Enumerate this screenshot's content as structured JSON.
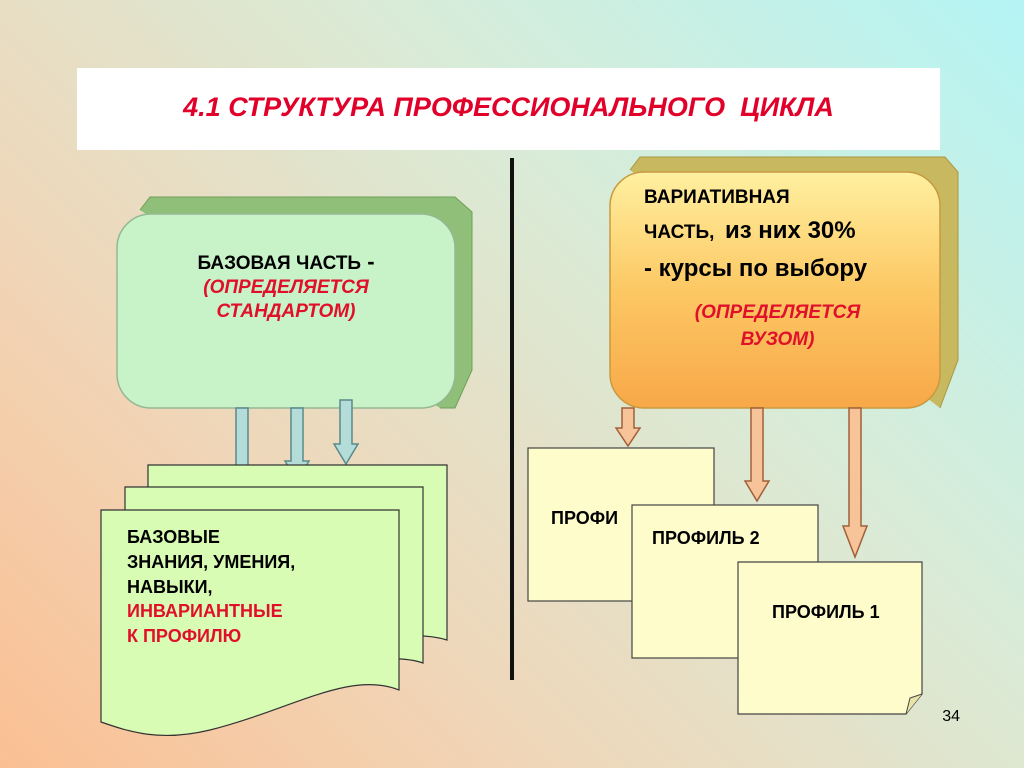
{
  "title": "4.1 СТРУКТУРА ПРОФЕССИОНАЛЬНОГО  ЦИКЛА",
  "base_part": {
    "line1": "БАЗОВАЯ ЧАСТЬ",
    "dash": " -",
    "line2": "(ОПРЕДЕЛЯЕТСЯ",
    "line3": "СТАНДАРТОМ)"
  },
  "variative_part": {
    "line1": "ВАРИАТИВНАЯ",
    "line2a": "ЧАСТЬ,",
    "line2b": "из них 30%",
    "line3": "- курсы по выбору",
    "line4": "(ОПРЕДЕЛЯЕТСЯ",
    "line5": "ВУЗОМ)"
  },
  "base_docs": {
    "line1": "БАЗОВЫЕ",
    "line2": "ЗНАНИЯ, УМЕНИЯ,",
    "line3": "НАВЫКИ,",
    "line4": "ИНВАРИАНТНЫЕ",
    "line5": "К ПРОФИЛЮ"
  },
  "profiles": {
    "back": "ПРОФИ",
    "middle": "ПРОФИЛЬ 2",
    "front": "ПРОФИЛЬ 1"
  },
  "slide_number": "34",
  "colors": {
    "title": "#e0002a",
    "green_box": "#ccf5cc",
    "green_docs": "#d8fcb4",
    "orange_box": "#fcc060",
    "yellow_docs": "#fffccc",
    "blue_arrow": "#b4dcd8",
    "orange_arrow": "#f7c49a"
  }
}
